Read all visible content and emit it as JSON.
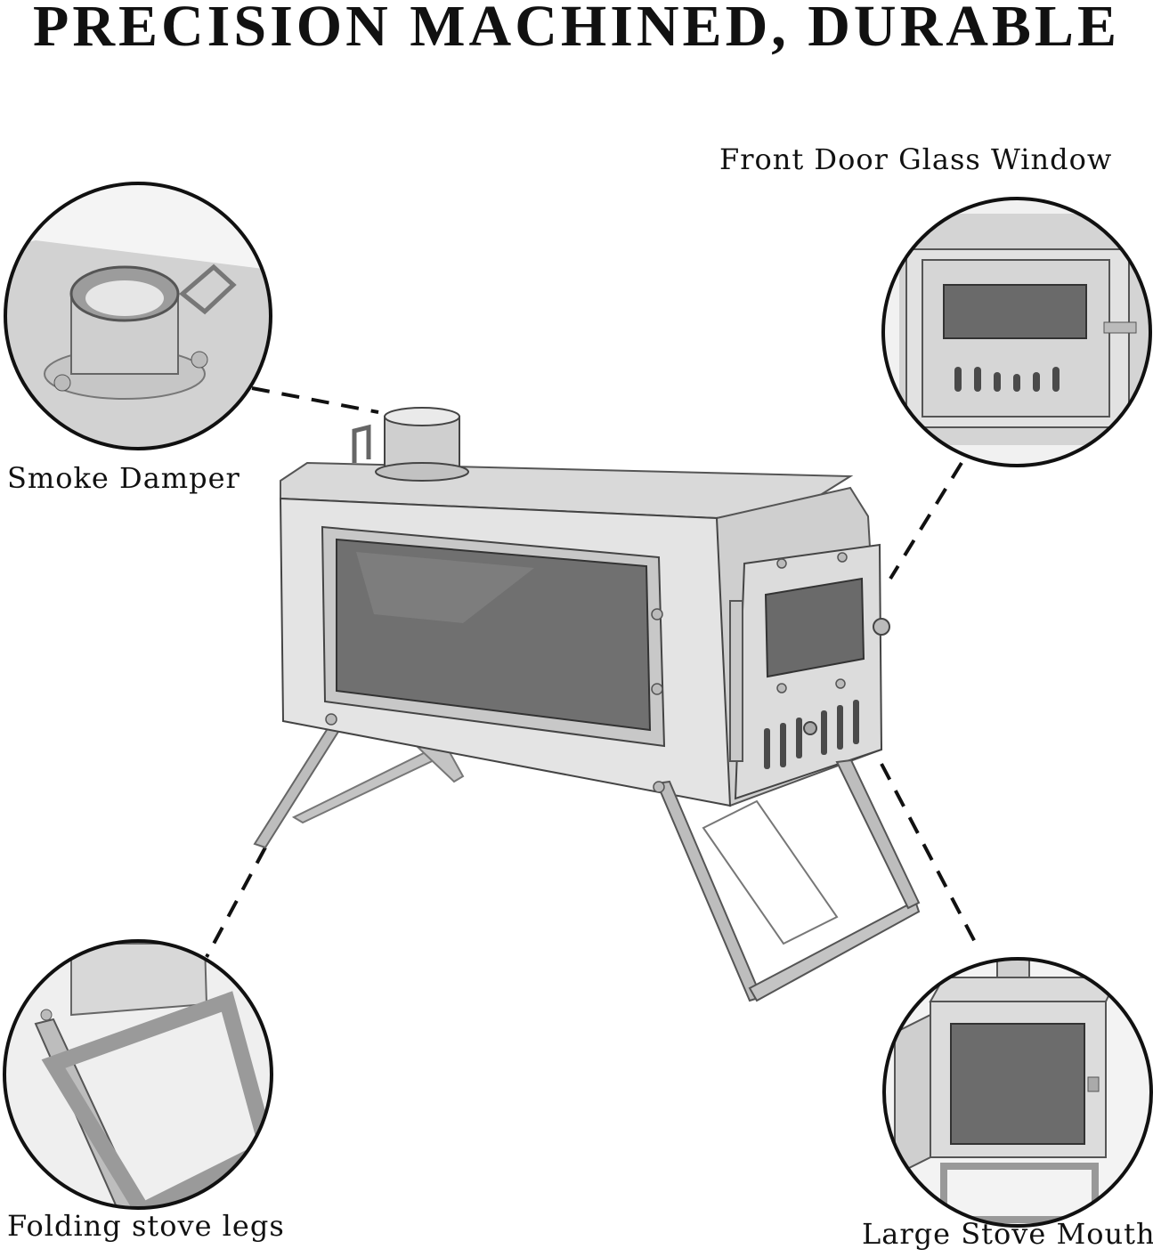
{
  "headline": "PRECISION MACHINED, DURABLE",
  "callouts": {
    "smoke_damper": "Smoke Damper",
    "front_door": "Front Door Glass Window",
    "legs": "Folding stove legs",
    "mouth": "Large Stove Mouth"
  },
  "colors": {
    "steel_light": "#e3e3e3",
    "steel_mid": "#c9c9c9",
    "steel_dark": "#9a9a9a",
    "glass": "#6f6f6f",
    "line": "#111111"
  }
}
